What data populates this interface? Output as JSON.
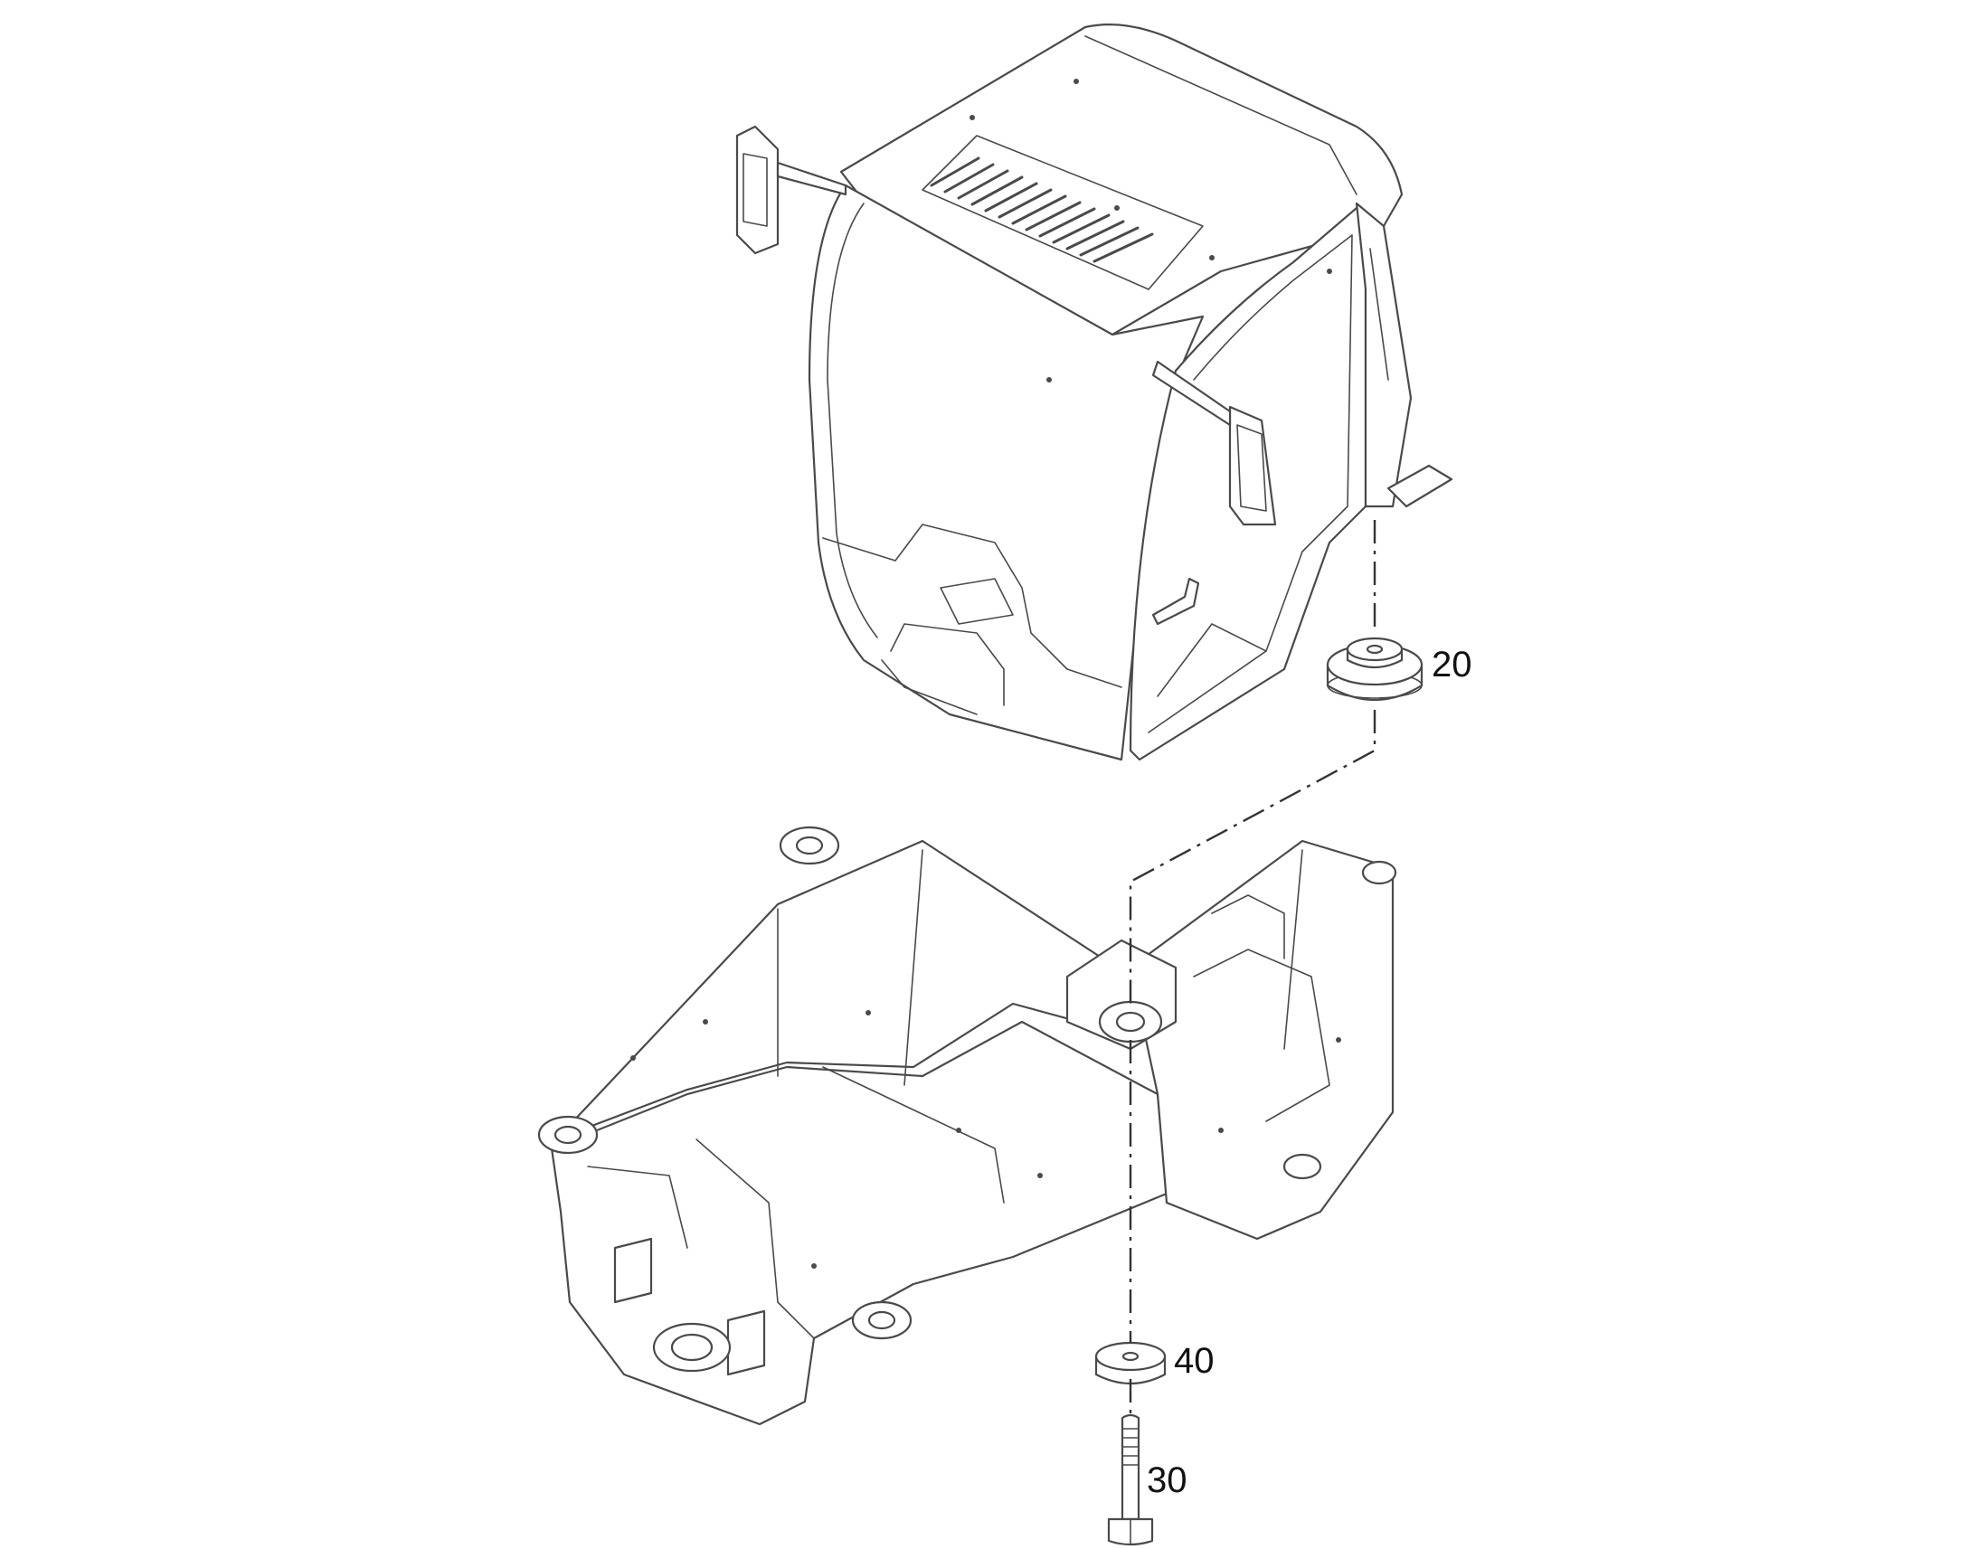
{
  "callouts": [
    {
      "id": "20",
      "label": "20"
    },
    {
      "id": "40",
      "label": "40"
    },
    {
      "id": "30",
      "label": "30"
    }
  ]
}
